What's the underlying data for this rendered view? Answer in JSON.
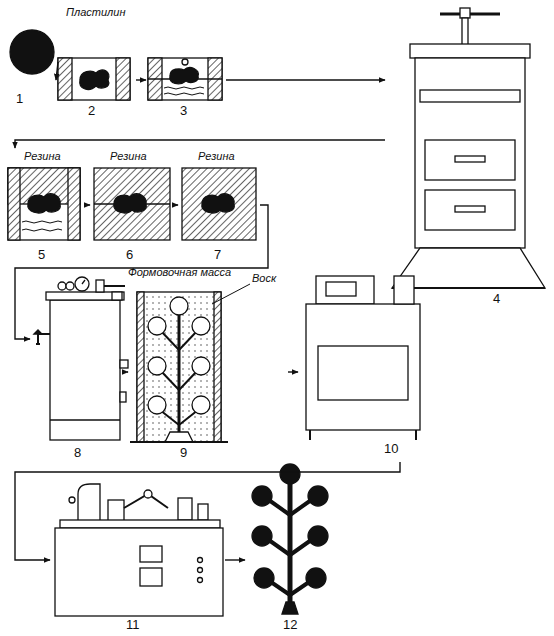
{
  "diagram": {
    "nodes": [
      {
        "text": [
          "1"
        ]
      },
      {
        "text": [
          "Пластилин",
          "2"
        ]
      },
      {
        "text": [
          "3"
        ]
      },
      {
        "text": [
          "4"
        ]
      },
      {
        "text": [
          "Резина",
          "5"
        ]
      },
      {
        "text": [
          "Резина",
          "6"
        ]
      },
      {
        "text": [
          "Резина",
          "7"
        ]
      },
      {
        "text": [
          "8"
        ]
      },
      {
        "text": [
          "Формовочная масса",
          "Воск",
          "9"
        ]
      },
      {
        "text": [
          "10"
        ]
      },
      {
        "text": [
          "11"
        ]
      },
      {
        "text": [
          "12"
        ]
      }
    ],
    "edges": [
      {
        "from": 0,
        "to": 1,
        "arrow": "to"
      },
      {
        "from": 1,
        "to": 2,
        "arrow": "to"
      },
      {
        "from": 2,
        "to": 3,
        "arrow": "to"
      },
      {
        "from": 3,
        "to": 4,
        "arrow": "to"
      },
      {
        "from": 4,
        "to": 5,
        "arrow": "to"
      },
      {
        "from": 5,
        "to": 6,
        "arrow": "to"
      },
      {
        "from": 6,
        "to": 7,
        "arrow": "to"
      },
      {
        "from": 7,
        "to": 8,
        "arrow": "to"
      },
      {
        "from": 8,
        "to": 9,
        "arrow": "to"
      },
      {
        "from": 9,
        "to": 10,
        "arrow": "to"
      },
      {
        "from": 10,
        "to": 11,
        "arrow": "to"
      }
    ]
  }
}
